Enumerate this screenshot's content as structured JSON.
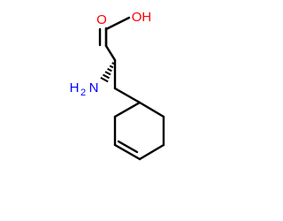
{
  "molecule": {
    "labels": {
      "oxygen_double": "O",
      "hydroxyl": "OH",
      "amine_main": "H",
      "amine_subscript": "2",
      "amine_n": "N"
    },
    "colors": {
      "oxygen": "#ff0000",
      "nitrogen": "#0000ff",
      "bond": "#000000",
      "background": "#ffffff"
    }
  }
}
